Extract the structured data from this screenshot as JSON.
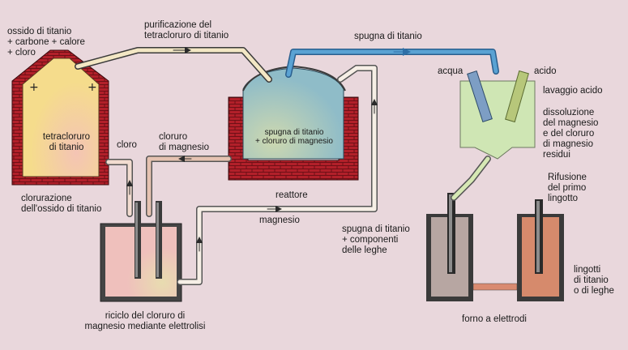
{
  "labels": {
    "inputs": "ossido di titanio\n+ carbone + calore\n+ cloro",
    "purification": "purificazione del\ntetracloruro di titanio",
    "sponge_top": "spugna di titanio",
    "water": "acqua",
    "acid": "acido",
    "acid_wash": "lavaggio acido",
    "dissolution": "dissoluzione\ndel magnesio\ne del cloruro\ndi magnesio\nresidui",
    "tetrachloride": "tetracloruro\ndi titanio",
    "chlorine": "cloro",
    "mg_chloride": "cloruro\ndi magnesio",
    "reactor_content": "spugna di titanio\n+ cloruro di magnesio",
    "chlorination": "clorurazione\ndell'ossido di titanio",
    "reactor": "reattore",
    "magnesium": "magnesio",
    "sponge_alloy": "spugna di titanio\n+ componenti\ndelle leghe",
    "remelt": "Rifusione\ndel primo\nlingotto",
    "ingots": "lingotti\ndi titanio\no di leghe",
    "electrolysis": "riciclo del cloruro di\nmagnesio mediante elettrolisi",
    "furnace": "forno a elettrodi"
  },
  "colors": {
    "background": "#e9d7dc",
    "brick": "#b2202a",
    "tetrachloride_fill": "#f5dc8c",
    "reactor_fill": "#9cc6c8",
    "reactor_dome": "#7fb0ca",
    "washer_fill": "#cfe6b4",
    "electrolysis_fill": "#efc0bc",
    "furnace_left": "#b7a6a2",
    "furnace_right": "#d68a6c",
    "pipe_cream": "#f3e7c4",
    "pipe_blue": "#5aa2d3",
    "pipe_green": "#d6e8b4",
    "pipe_red": "#d99a88"
  }
}
